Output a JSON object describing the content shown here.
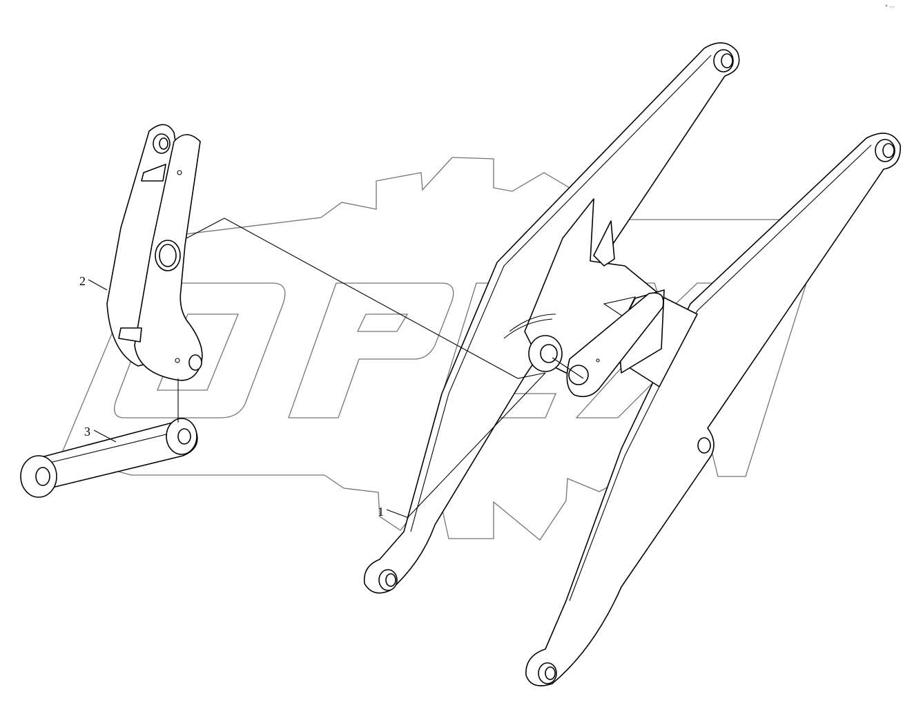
{
  "diagram": {
    "callouts": [
      {
        "id": "callout-1",
        "label": "1"
      },
      {
        "id": "callout-2",
        "label": "2"
      },
      {
        "id": "callout-3",
        "label": "3"
      }
    ],
    "watermark": {
      "text": "OPEX",
      "style": "gear outline with italic outlined letters"
    },
    "corner_mark": "° ···"
  }
}
